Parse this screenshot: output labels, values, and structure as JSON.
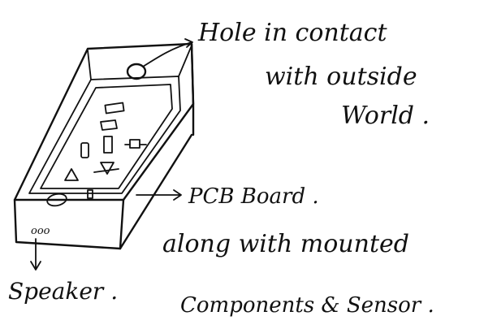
{
  "labels": {
    "hole": [
      "Hole in contact",
      "with outside",
      "World ."
    ],
    "pcb": [
      "PCB Board .",
      "along with mounted",
      "Components & Sensor ."
    ],
    "speaker": "Speaker .",
    "speaker_grille": "ooo"
  }
}
